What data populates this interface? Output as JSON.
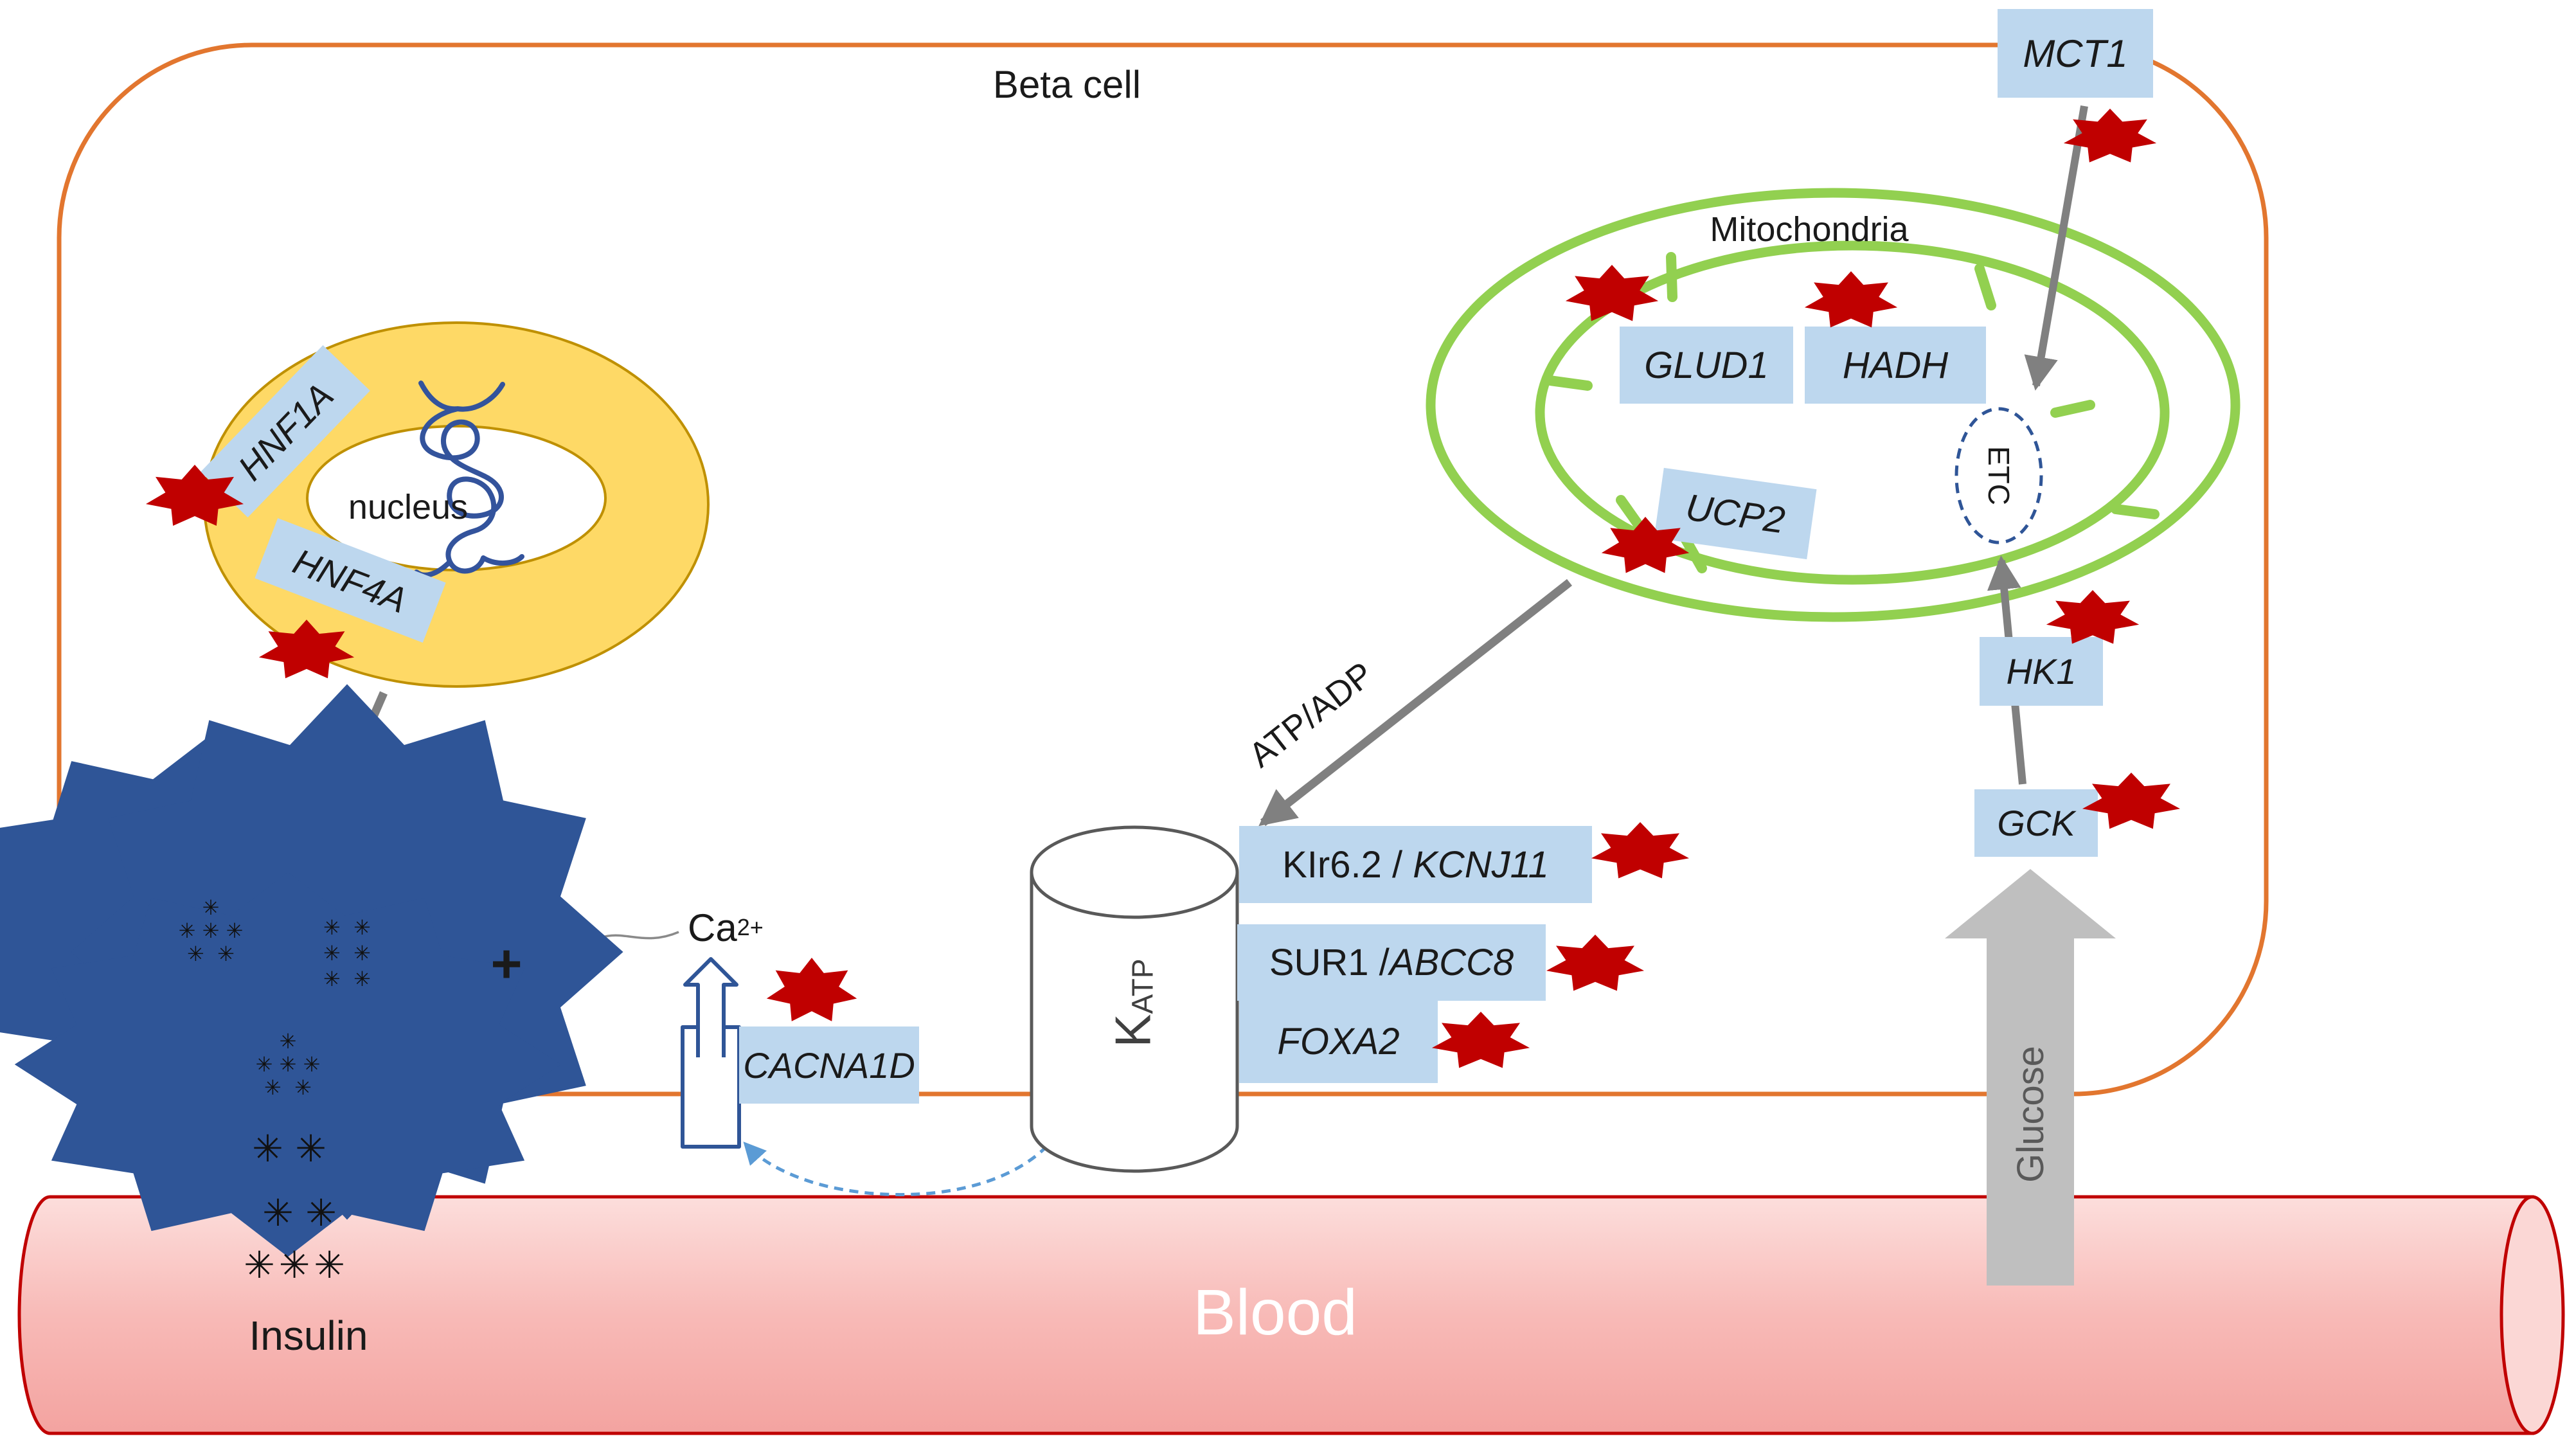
{
  "figure": {
    "cell_label": "Beta cell",
    "blood_label": "Blood",
    "insulin_label": "Insulin",
    "plus_sign": "+",
    "atp_adp_label": "ATP/ADP",
    "ca_channel": {
      "base": "Ca",
      "sup": "2+",
      "gene": "CACNA1D"
    },
    "katp": {
      "main": "K",
      "sub": "ATP",
      "subunit1_plain": "KIr6.2 / ",
      "subunit1_gene": "KCNJ11",
      "subunit2_plain": "SUR1 /",
      "subunit2_gene": "ABCC8",
      "tf_gene": "FOXA2"
    },
    "nucleus": {
      "label": "nucleus",
      "gene1": "HNF1A",
      "gene2": "HNF4A"
    },
    "mitochondria": {
      "label": "Mitochondria",
      "gene1": "GLUD1",
      "gene2": "HADH",
      "gene3": "UCP2",
      "etc_label": "ETC"
    },
    "transporters": {
      "mct1": "MCT1",
      "hk1": "HK1",
      "gck": "GCK",
      "glucose": "Glucose"
    },
    "granules": [
      {
        "rows": [
          "✳",
          "✳ ✳ ✳",
          "✳  ✳"
        ]
      },
      {
        "rows": [
          "✳  ✳",
          "✳  ✳",
          "✳  ✳"
        ]
      },
      {
        "rows": [
          "✳",
          "✳ ✳ ✳",
          "✳  ✳"
        ]
      }
    ],
    "secreted_rows": [
      "✳ ✳",
      "✳ ✳",
      "✳✳✳"
    ],
    "mutation_marker": "red-burst-star",
    "colors": {
      "membrane_orange": "#e2762f",
      "mitochondria_green": "#92d050",
      "gene_box_blue": "#bdd7ee",
      "mutation_red": "#c00000",
      "granule_outline_blue": "#2f5597",
      "dashed_arrow_blue": "#5b9bd5",
      "arrow_gray": "#808080",
      "glucose_arrow_gray": "#bfbfbf",
      "nucleus_fill": "#fed966",
      "nucleus_stroke": "#bf9000",
      "blood_pink_top": "#fcdedc",
      "blood_pink_bottom": "#f3a3a0"
    }
  }
}
